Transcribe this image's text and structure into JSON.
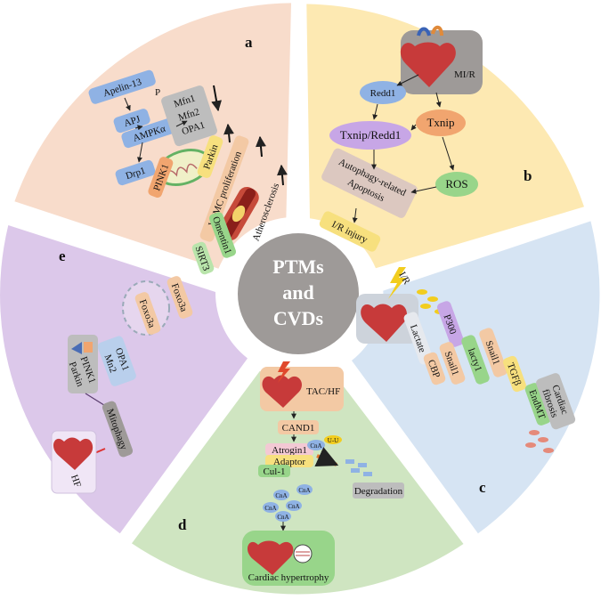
{
  "center": {
    "line1": "PTMs",
    "line2": "and",
    "line3": "CVDs"
  },
  "sectors": {
    "a": {
      "letter": "a",
      "apelin": "Apelin-13",
      "apj": "APJ",
      "ampk": "AMPKα",
      "p": "P",
      "mfn1": "Mfn1",
      "mfn2": "Mfn2",
      "opa1": "OPA1",
      "drp1": "Drp1",
      "pink1": "PINK1",
      "parkin": "Parkin",
      "vsmc": "VSMC proliferation",
      "athero": "Atherosclerosis"
    },
    "b": {
      "letter": "b",
      "mir": "MI/R",
      "redd1": "Redd1",
      "txnip": "Txnip",
      "txnip_redd1": "Txnip/Redd1",
      "ros": "ROS",
      "autophagy1": "Autophagy-related",
      "autophagy2": "Apoptosis",
      "ir_injury": "I/R injury"
    },
    "c": {
      "letter": "c",
      "ir": "I/R",
      "lactate": "Lactate",
      "cbp": "CBP",
      "p300": "P300",
      "snail1a": "Snail1",
      "lacty1": "lacty1",
      "snail1b": "Snail1",
      "tgfb": "TGFβ",
      "endmt": "EndMT",
      "cardiac": "Cardiac",
      "fibrosis": "fibrosis"
    },
    "d": {
      "letter": "d",
      "tac": "TAC/HF",
      "cand1": "CAND1",
      "atrogin": "Atrogin1",
      "adaptor": "Adaptor",
      "cul": "Cul-1",
      "cna": "CnA",
      "ub": "U-U",
      "degradation": "Degradation",
      "hypertrophy": "Cardiac hypertrophy"
    },
    "e": {
      "letter": "e",
      "omentin": "Omentin1",
      "sirt3": "SIRT3",
      "foxo3a_a": "Foxo3a",
      "foxo3a_b": "Foxo3a",
      "opa1": "OPA1",
      "mn2": "Mn2",
      "pink1": "PINK1",
      "parkin": "Parkin",
      "mitophagy": "Mitophagy",
      "hf": "HF"
    }
  },
  "colors": {
    "sector_a": "#f8dccb",
    "sector_b": "#fde9b2",
    "sector_c": "#d6e4f3",
    "sector_d": "#cfe5c1",
    "sector_e": "#dcc8ea",
    "center": "#9e9a98",
    "blue_node": "#8fb2e4",
    "green_node": "#98d58a",
    "purple_node": "#c7a6e6",
    "grey_node": "#bdbdbd",
    "orange_node": "#f1a56f",
    "yellow_node": "#f7e07e"
  }
}
